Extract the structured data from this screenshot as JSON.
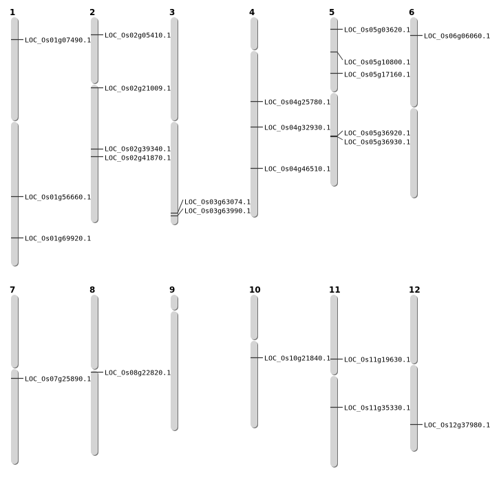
{
  "title": "Chromosome gene location map",
  "chromosomes": [
    {
      "label": "1",
      "genes": [
        "LOC_Os01g07490.1",
        "LOC_Os01g56660.1",
        "LOC_Os01g69920.1"
      ]
    },
    {
      "label": "2",
      "genes": [
        "LOC_Os02g05410.1",
        "LOC_Os02g21009.1",
        "LOC_Os02g39340.1",
        "LOC_Os02g41870.1"
      ]
    },
    {
      "label": "3",
      "genes": [
        "LOC_Os03g63074.1",
        "LOC_Os03g63990.1"
      ]
    },
    {
      "label": "4",
      "genes": [
        "LOC_Os04g25780.1",
        "LOC_Os04g32930.1",
        "LOC_Os04g46510.1"
      ]
    },
    {
      "label": "5",
      "genes": [
        "LOC_Os05g03620.1",
        "LOC_Os05g10800.1",
        "LOC_Os05g17160.1",
        "LOC_Os05g36920.1",
        "LOC_Os05g36930.1"
      ]
    },
    {
      "label": "6",
      "genes": [
        "LOC_Os06g06060.1"
      ]
    },
    {
      "label": "7",
      "genes": [
        "LOC_Os07g25890.1"
      ]
    },
    {
      "label": "8",
      "genes": [
        "LOC_Os08g22820.1"
      ]
    },
    {
      "label": "9",
      "genes": []
    },
    {
      "label": "10",
      "genes": [
        "LOC_Os10g21840.1"
      ]
    },
    {
      "label": "11",
      "genes": [
        "LOC_Os11g19630.1",
        "LOC_Os11g35330.1"
      ]
    },
    {
      "label": "12",
      "genes": [
        "LOC_Os12g37980.1"
      ]
    }
  ]
}
